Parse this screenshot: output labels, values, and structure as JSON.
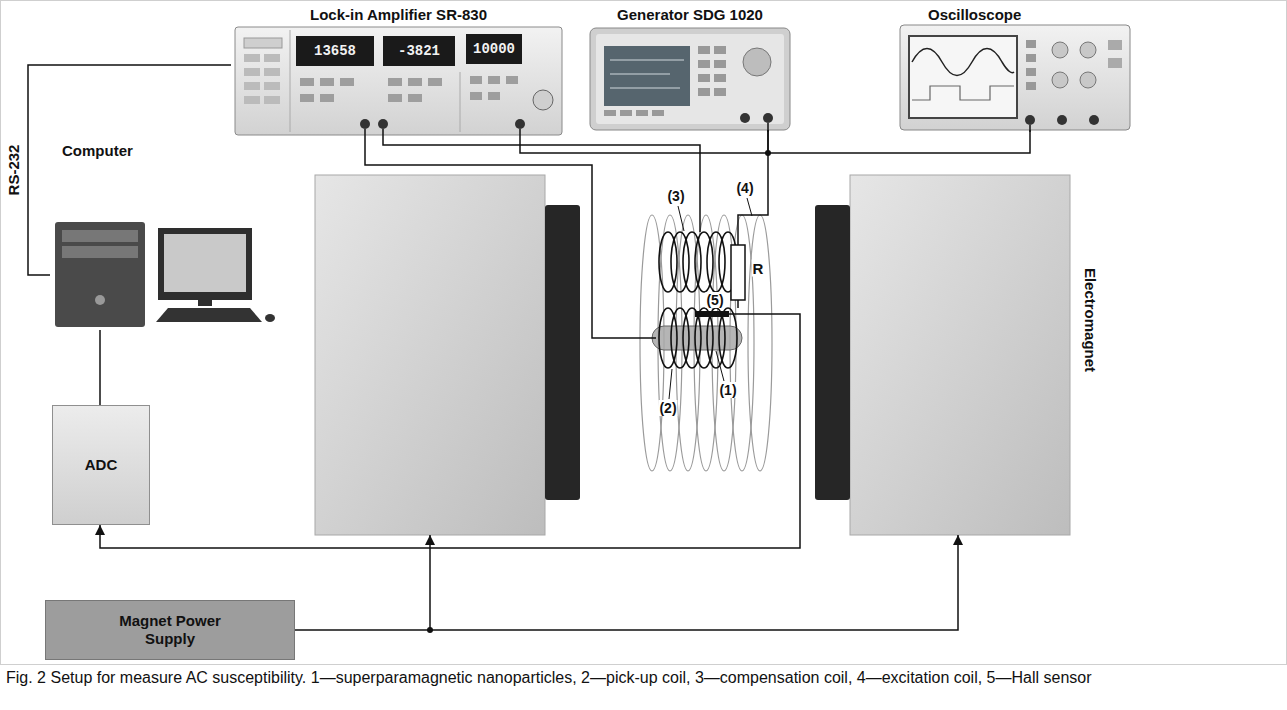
{
  "diagram": {
    "caption": "Fig. 2 Setup for measure AC susceptibility. 1—superparamagnetic nanoparticles, 2—pick-up coil, 3—compensation coil, 4—excitation coil, 5—Hall sensor",
    "nodes": [
      {
        "text": [
          "Lock-in Amplifier SR-830"
        ]
      },
      {
        "text": [
          "Generator SDG 1020"
        ]
      },
      {
        "text": [
          "Oscilloscope"
        ]
      },
      {
        "text": [
          "Computer"
        ]
      },
      {
        "text": [
          "ADC"
        ]
      },
      {
        "text": [
          "Electromagnet"
        ]
      },
      {
        "text": [
          "Magnet Power Supply"
        ]
      }
    ],
    "edges": [
      {
        "from": 0,
        "to": 3,
        "label": "RS-232",
        "arrow": "none"
      },
      {
        "from": 1,
        "to": 2,
        "arrow": "none"
      },
      {
        "from": 0,
        "to": 1,
        "arrow": "none"
      },
      {
        "from": 4,
        "to": 3,
        "arrow": "none"
      },
      {
        "from": 6,
        "to": 5,
        "arrow": "to"
      }
    ],
    "labels": [
      "13658",
      "-3821",
      "10000",
      "(3)",
      "(4)",
      "R",
      "(5)",
      "(1)",
      "(2)"
    ]
  }
}
